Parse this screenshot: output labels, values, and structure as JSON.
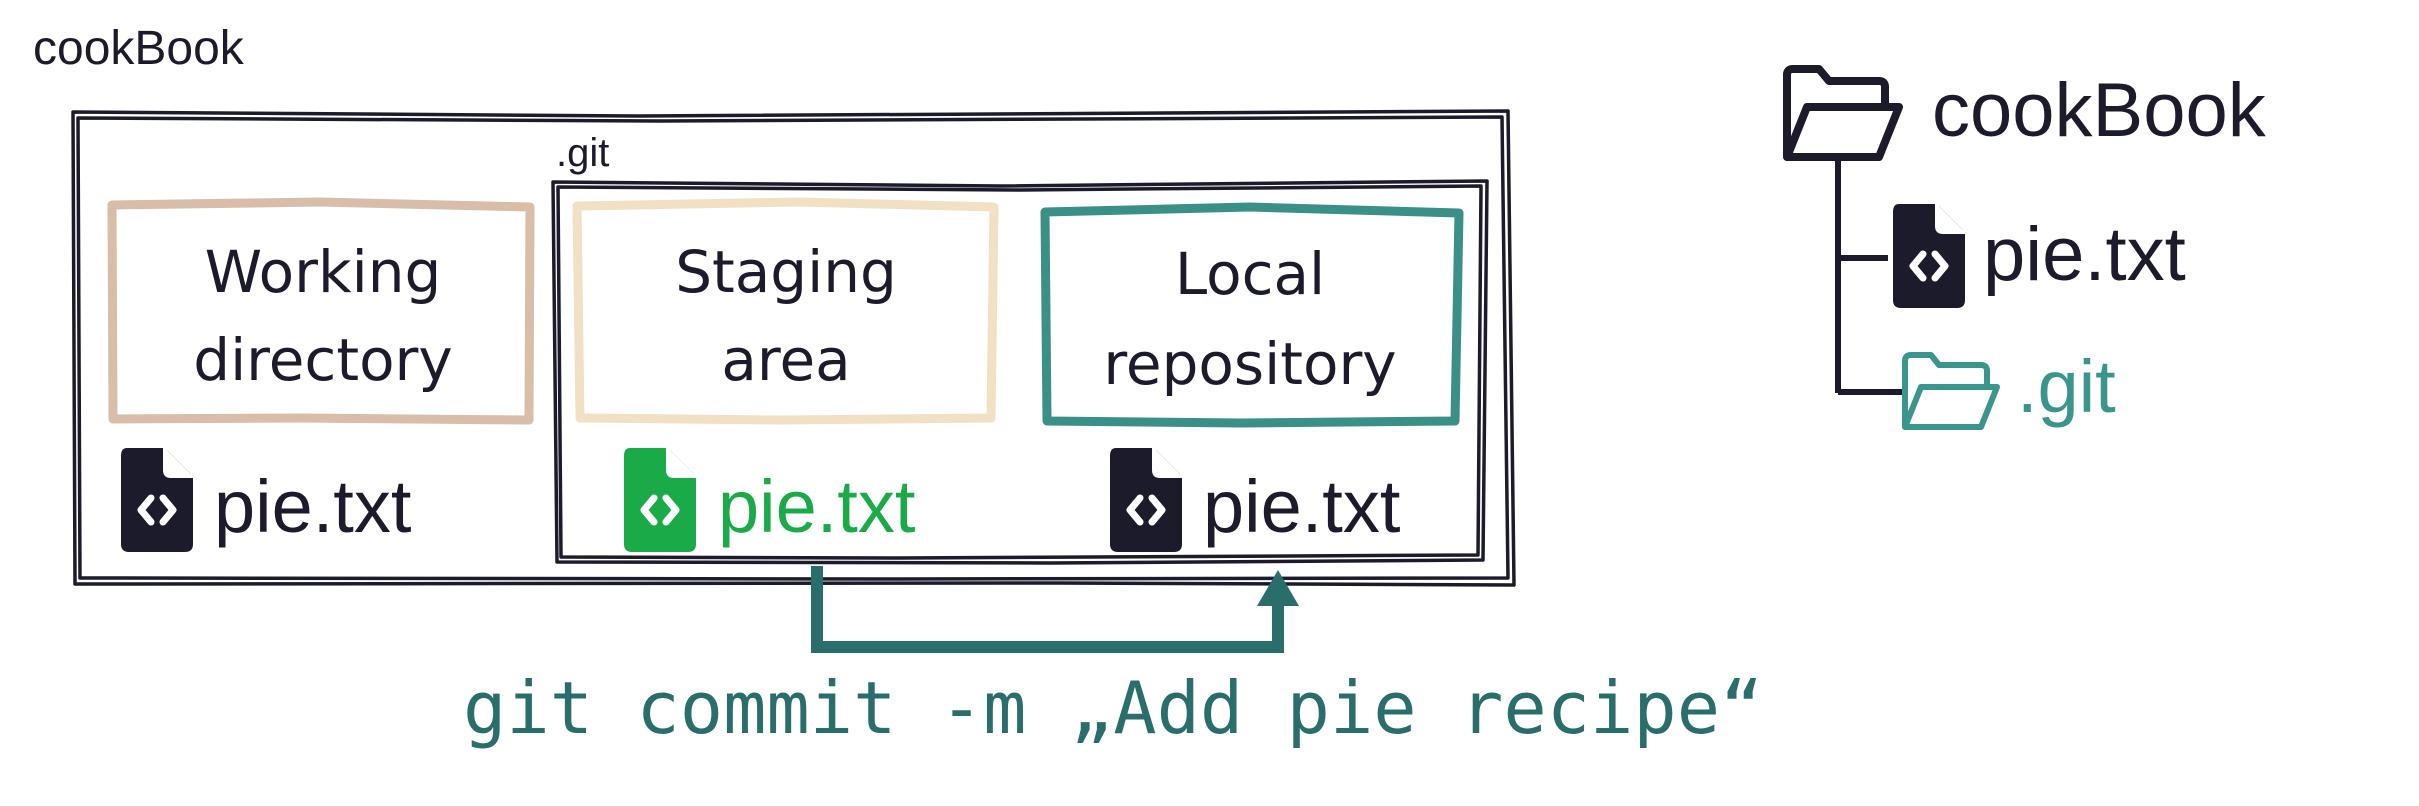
{
  "diagram": {
    "outer_folder_label": "cookBook",
    "git_folder_label": ".git",
    "areas": [
      {
        "line1": "Working",
        "line2": "directory",
        "color": "#d8bda8"
      },
      {
        "line1": "Staging",
        "line2": "area",
        "color": "#f1e0c3"
      },
      {
        "line1": "Local",
        "line2": "repository",
        "color": "#3a8f87"
      }
    ],
    "files": [
      {
        "name": "pie.txt",
        "color": "#1c1b2b"
      },
      {
        "name": "pie.txt",
        "color": "#1aaa48"
      },
      {
        "name": "pie.txt",
        "color": "#1c1b2b"
      }
    ],
    "command": "git commit -m „Add pie recipe“",
    "command_color": "#2a6e6b",
    "arrow_color": "#2a6e6b"
  },
  "tree": {
    "root_label": "cookBook",
    "file_label": "pie.txt",
    "git_label": ".git",
    "git_color": "#3a958c",
    "icons": {
      "root": "open-folder-icon",
      "file": "code-file-icon",
      "git": "open-folder-icon"
    }
  }
}
